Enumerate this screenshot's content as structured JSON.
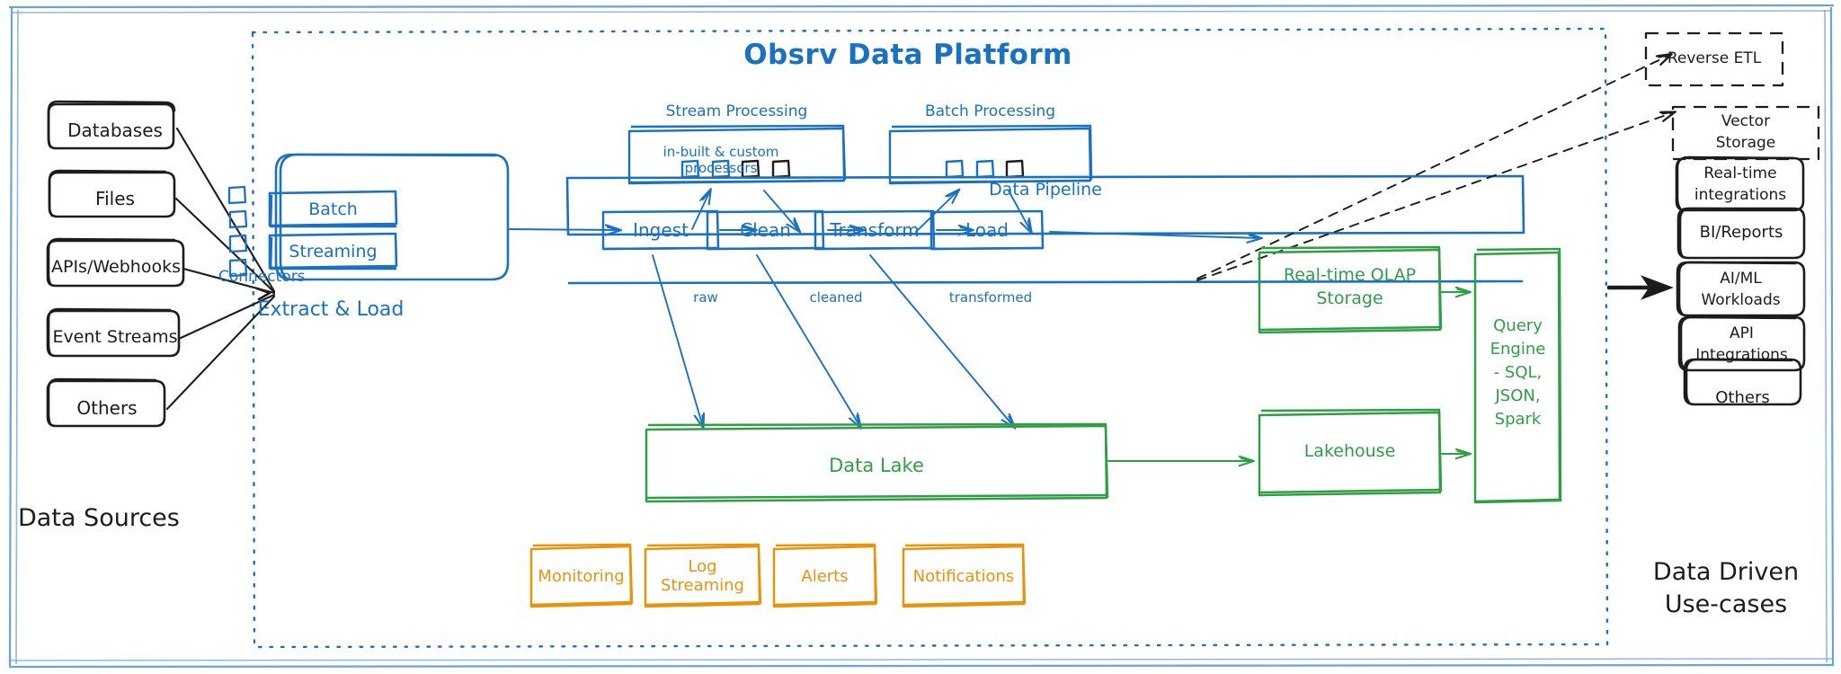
{
  "diagram": {
    "title": "Obsrv Data Platform",
    "colors": {
      "black": "#1c1c1c",
      "blue": "#1971c2",
      "green": "#2f9e44",
      "orange": "#e8930c",
      "frame": "#6aa3d5"
    }
  },
  "data_sources": {
    "group_label": "Data Sources",
    "items": [
      {
        "label": "Databases"
      },
      {
        "label": "Files"
      },
      {
        "label": "APIs/Webhooks"
      },
      {
        "label": "Event Streams"
      },
      {
        "label": "Others"
      }
    ]
  },
  "extract_load": {
    "caption": "Extract & Load",
    "connectors_label": "Connectors",
    "modes": [
      {
        "label": "Batch"
      },
      {
        "label": "Streaming"
      }
    ],
    "connector_slots": 4
  },
  "processing": {
    "stream": {
      "label": "Stream Processing",
      "chips": [
        "blue",
        "blue",
        "black",
        "black"
      ]
    },
    "batch": {
      "label": "Batch Processing",
      "chips": [
        "blue",
        "blue",
        "black"
      ]
    },
    "note_line1": "in-built & custom",
    "note_line2": "processors"
  },
  "pipeline": {
    "label": "Data Pipeline",
    "stages": [
      {
        "label": "Ingest"
      },
      {
        "label": "Clean"
      },
      {
        "label": "Transform"
      },
      {
        "label": "Load"
      }
    ],
    "edge_labels": [
      {
        "label": "raw"
      },
      {
        "label": "cleaned"
      },
      {
        "label": "transformed"
      }
    ]
  },
  "storage": {
    "olap": "Real-time OLAP\nStorage",
    "olap_line1": "Real-time OLAP",
    "olap_line2": "Storage",
    "data_lake": "Data Lake",
    "lakehouse": "Lakehouse",
    "query_engine_lines": [
      "Query",
      "Engine",
      "- SQL,",
      "JSON,",
      "Spark"
    ]
  },
  "ops": {
    "items": [
      {
        "label": "Monitoring"
      },
      {
        "label": "Log Streaming"
      },
      {
        "label": "Alerts"
      },
      {
        "label": "Notifications"
      }
    ]
  },
  "external": {
    "items": [
      {
        "label": "Reverse ETL"
      },
      {
        "label_line1": "Vector",
        "label_line2": "Storage"
      }
    ]
  },
  "use_cases": {
    "group_label_line1": "Data Driven",
    "group_label_line2": "Use-cases",
    "items": [
      {
        "line1": "Real-time",
        "line2": "integrations"
      },
      {
        "line1": "BI/Reports",
        "line2": ""
      },
      {
        "line1": "AI/ML",
        "line2": "Workloads"
      },
      {
        "line1": "API",
        "line2": "Integrations"
      },
      {
        "line1": "Others",
        "line2": ""
      }
    ]
  }
}
